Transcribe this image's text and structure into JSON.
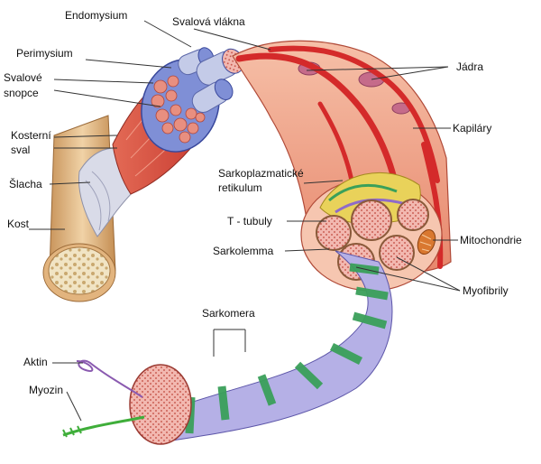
{
  "labels": {
    "endomysium": "Endomysium",
    "svalova_vlakna": "Svalová vlákna",
    "perimysium": "Perimysium",
    "svalove_snopce_1": "Svalové",
    "svalove_snopce_2": "snopce",
    "jadra": "Jádra",
    "kapilary": "Kapiláry",
    "kosterni_sval_1": "Kosterní",
    "kosterni_sval_2": "sval",
    "slacha": "Šlacha",
    "kost": "Kost",
    "sarkoplazmaticke_1": "Sarkoplazmatické",
    "sarkoplazmaticke_2": "retikulum",
    "t_tubuly": "T - tubuly",
    "sarkolemma": "Sarkolemma",
    "mitochondrie": "Mitochondrie",
    "myofibrily": "Myofibrily",
    "sarkomera": "Sarkomera",
    "aktin": "Aktin",
    "myozin": "Myozin"
  },
  "colors": {
    "bone": "#e8c79a",
    "muscle_red": "#d94b3c",
    "fiber_pink": "#f0a98f",
    "fascicle_blue": "#7f8fd6",
    "myofibril_green": "#3aa05a",
    "myofibril_lavender": "#b5b0e6",
    "capillary": "#d42a2a",
    "sr_yellow": "#e9d25a"
  }
}
